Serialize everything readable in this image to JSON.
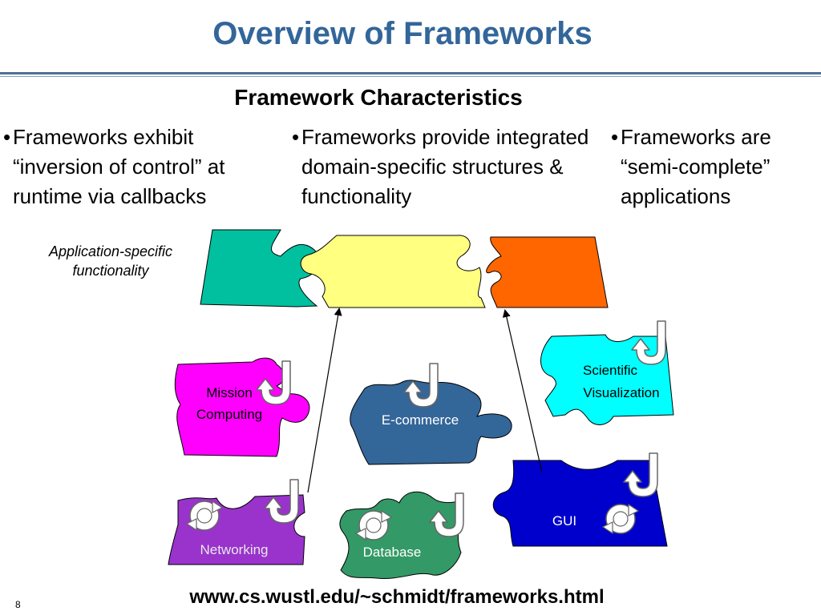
{
  "title": "Overview of Frameworks",
  "subtitle": "Framework Characteristics",
  "bullet_glyph": "•",
  "bullets": [
    "Frameworks exhibit “inversion of control” at runtime via callbacks",
    "Frameworks provide integrated domain-specific structures & functionality",
    "Frameworks are “semi-complete” applications"
  ],
  "application_label": "Application-specific functionality",
  "pieces": {
    "mission": {
      "line1": "Mission",
      "line2": "Computing",
      "color": "#ff00ff"
    },
    "ecommerce": {
      "label": "E-commerce",
      "color": "#336699"
    },
    "scientific": {
      "line1": "Scientific",
      "line2": "Visualization",
      "color": "#00ffff"
    },
    "networking": {
      "label": "Networking",
      "color": "#9933cc"
    },
    "database": {
      "label": "Database",
      "color": "#339966"
    },
    "gui": {
      "label": "GUI",
      "color": "#0000cc"
    },
    "app_teal": {
      "color": "#00c0a0"
    },
    "app_yellow": {
      "color": "#ffff80"
    },
    "app_orange": {
      "color": "#ff6600"
    }
  },
  "url": "www.cs.wustl.edu/~schmidt/frameworks.html",
  "page_number": "8"
}
